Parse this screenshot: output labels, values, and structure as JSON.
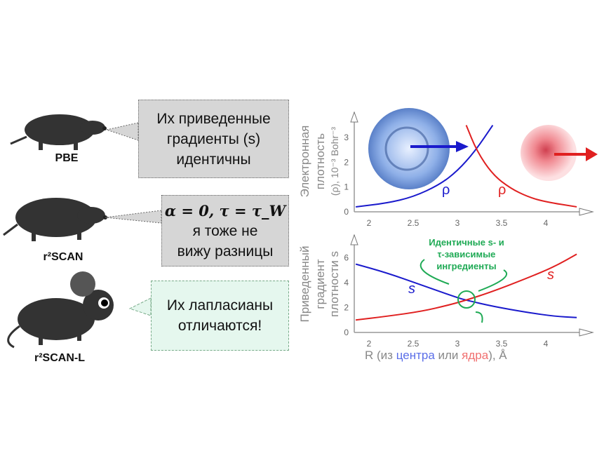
{
  "models": [
    {
      "name": "PBE",
      "bubble": [
        "Их приведенные",
        "градиенты (s)",
        "идентичны"
      ]
    },
    {
      "name": "r²SCAN",
      "bubble": [
        "α = 0, τ = τ_W",
        "я тоже не",
        "вижу разницы"
      ]
    },
    {
      "name": "r²SCAN-L",
      "bubble": [
        "Их лапласианы",
        "отличаются!"
      ]
    }
  ],
  "colors": {
    "blue": "#1a1acc",
    "red": "#e02020",
    "green": "#1faa55",
    "axis": "#888888"
  },
  "chart_data": [
    {
      "type": "line",
      "ylabel": [
        "Электронная",
        "плотность",
        "(ρ), 10⁻³ Bohr⁻³"
      ],
      "xlim": [
        1.85,
        4.35
      ],
      "ylim": [
        0,
        3.6
      ],
      "xticks": [
        "2",
        "2.5",
        "3",
        "3.5",
        "4"
      ],
      "yticks": [
        "0",
        "1",
        "2",
        "3"
      ],
      "series": [
        {
          "name": "ρ",
          "color": "blue",
          "x": [
            1.85,
            2.2,
            2.5,
            2.8,
            3.0,
            3.2,
            3.4
          ],
          "y": [
            0.2,
            0.35,
            0.6,
            1.1,
            1.65,
            2.45,
            3.5
          ]
        },
        {
          "name": "ρ",
          "color": "red",
          "x": [
            3.1,
            3.22,
            3.4,
            3.6,
            3.8,
            4.0,
            4.35
          ],
          "y": [
            3.5,
            2.45,
            1.5,
            0.95,
            0.6,
            0.4,
            0.2
          ]
        }
      ]
    },
    {
      "type": "line",
      "ylabel": [
        "Приведенный",
        "градиент",
        "плотности s"
      ],
      "xlabel": {
        "prefix": "R (из ",
        "center": "центра",
        "mid": " или ",
        "nucleus": "ядра",
        "suffix": "), Å"
      },
      "xlim": [
        1.85,
        4.35
      ],
      "ylim": [
        0,
        7
      ],
      "xticks": [
        "2",
        "2.5",
        "3",
        "3.5",
        "4"
      ],
      "yticks": [
        "0",
        "2",
        "4",
        "6"
      ],
      "series": [
        {
          "name": "s",
          "color": "blue",
          "x": [
            1.85,
            2.2,
            2.6,
            3.0,
            3.1,
            3.4,
            3.8,
            4.1,
            4.35
          ],
          "y": [
            5.5,
            4.8,
            3.8,
            2.8,
            2.6,
            2.1,
            1.6,
            1.3,
            1.2
          ]
        },
        {
          "name": "s",
          "color": "red",
          "x": [
            1.85,
            2.2,
            2.6,
            2.9,
            3.1,
            3.4,
            3.8,
            4.1,
            4.35
          ],
          "y": [
            1.0,
            1.3,
            1.7,
            2.2,
            2.6,
            3.3,
            4.4,
            5.3,
            6.3
          ]
        }
      ],
      "annotation": [
        "Идентичные s- и",
        "τ-зависимые",
        "ингредиенты"
      ]
    }
  ]
}
